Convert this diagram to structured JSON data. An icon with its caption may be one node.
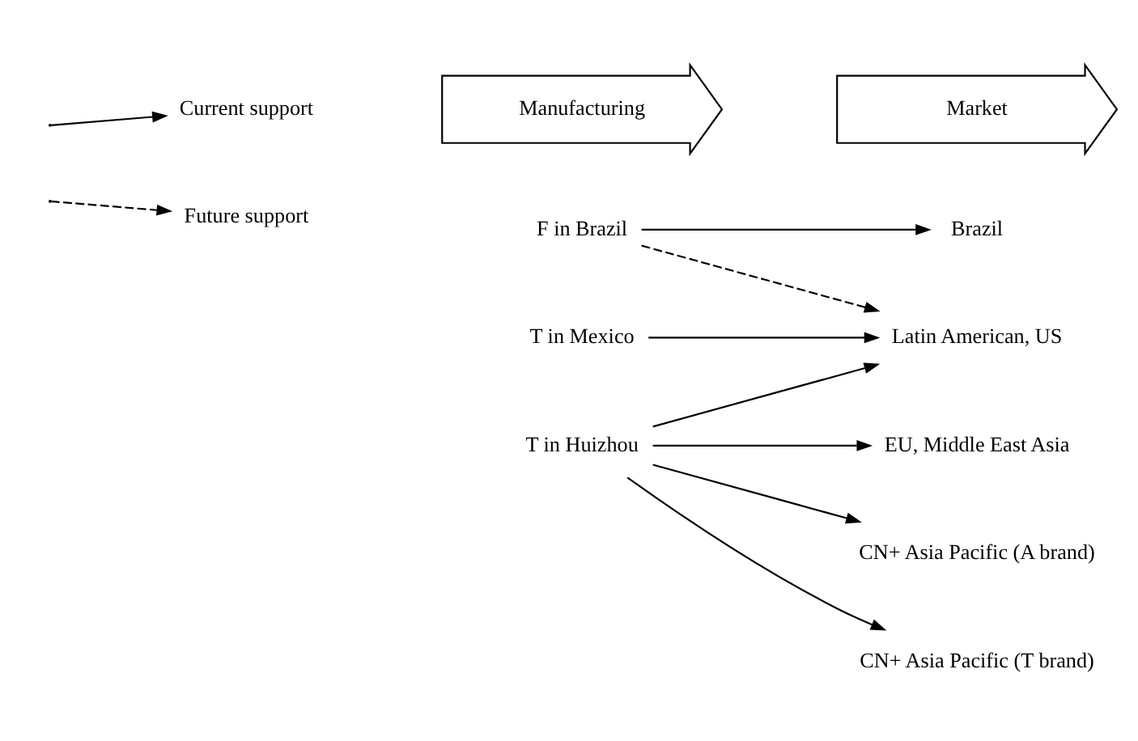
{
  "diagram": {
    "nodes": [
      {
        "text": [
          "Manufacturing"
        ]
      },
      {
        "text": [
          "Market"
        ]
      },
      {
        "text": [
          "F in Brazil"
        ]
      },
      {
        "text": [
          "T in Mexico"
        ]
      },
      {
        "text": [
          "T in Huizhou"
        ]
      },
      {
        "text": [
          "Brazil"
        ]
      },
      {
        "text": [
          "Latin American, US"
        ]
      },
      {
        "text": [
          "EU, Middle East Asia"
        ]
      },
      {
        "text": [
          "CN+ Asia Pacific (A brand)"
        ]
      },
      {
        "text": [
          "CN+ Asia Pacific (T brand)"
        ]
      }
    ],
    "edges": [
      {
        "from": 2,
        "to": 5,
        "arrow": "to"
      },
      {
        "from": 2,
        "to": 6,
        "arrow": "to",
        "style": "dashed"
      },
      {
        "from": 3,
        "to": 6,
        "arrow": "to"
      },
      {
        "from": 4,
        "to": 6,
        "arrow": "to"
      },
      {
        "from": 4,
        "to": 7,
        "arrow": "to"
      },
      {
        "from": 4,
        "to": 8,
        "arrow": "to"
      },
      {
        "from": 4,
        "to": 9,
        "arrow": "to"
      }
    ],
    "legend": [
      {
        "text": "Current support"
      },
      {
        "text": "Future support"
      }
    ]
  }
}
